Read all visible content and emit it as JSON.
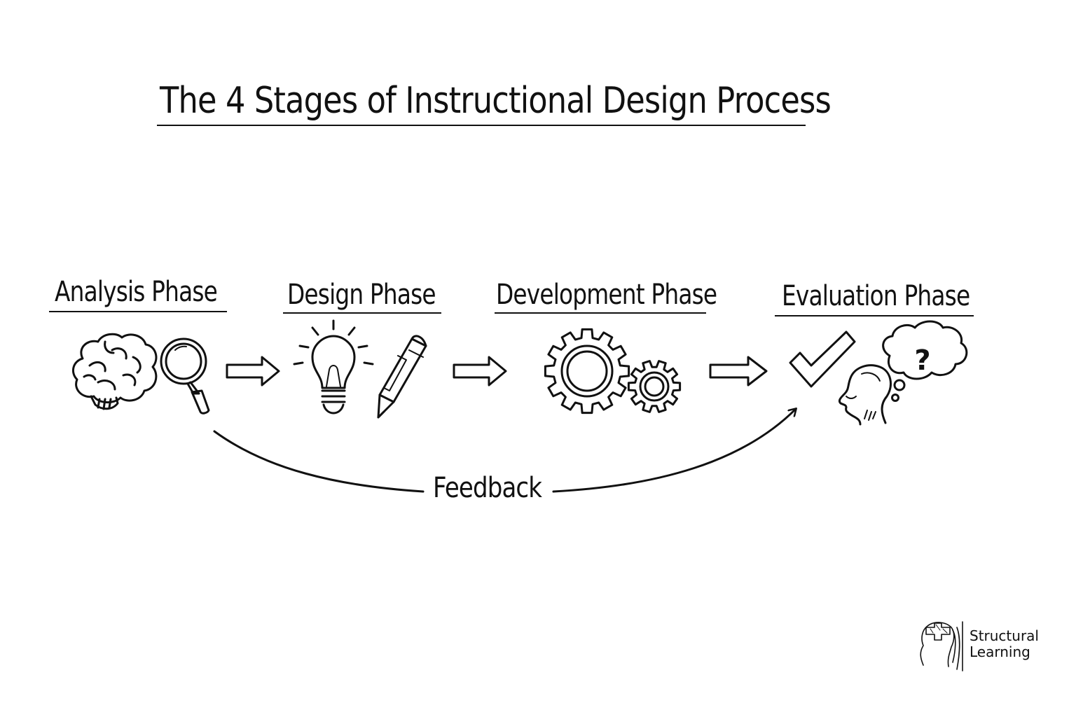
{
  "title": "The 4 Stages of Instructional Design Process",
  "phases": [
    {
      "label": "Analysis Phase",
      "icons": [
        "brain-icon",
        "magnifying-glass-icon"
      ]
    },
    {
      "label": "Design Phase",
      "icons": [
        "lightbulb-icon",
        "pencil-icon"
      ]
    },
    {
      "label": "Development Phase",
      "icons": [
        "gear-icon"
      ]
    },
    {
      "label": "Evaluation Phase",
      "icons": [
        "checkmark-icon",
        "head-icon",
        "thought-bubble-icon"
      ]
    }
  ],
  "feedback_label": "Feedback",
  "thought_symbol": "?",
  "logo": {
    "line1": "Structural",
    "line2": "Learning"
  },
  "colors": {
    "ink": "#111111",
    "background": "#ffffff"
  }
}
